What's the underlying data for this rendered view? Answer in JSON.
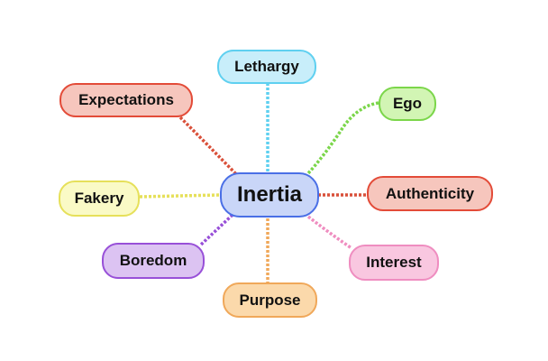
{
  "center": {
    "label": "Inertia",
    "fill": "#c9d6f8",
    "stroke": "#4a6fe6"
  },
  "nodes": [
    {
      "id": "lethargy",
      "label": "Lethargy",
      "fill": "#c8eefa",
      "stroke": "#5fd0f0",
      "link": "#5fd0f0"
    },
    {
      "id": "expectations",
      "label": "Expectations",
      "fill": "#f6c6bd",
      "stroke": "#e34b38",
      "link": "#d9503a"
    },
    {
      "id": "ego",
      "label": "Ego",
      "fill": "#d2f5b4",
      "stroke": "#7bd64a",
      "link": "#7bd64a"
    },
    {
      "id": "fakery",
      "label": "Fakery",
      "fill": "#fafac6",
      "stroke": "#e6e05a",
      "link": "#e6e05a"
    },
    {
      "id": "authenticity",
      "label": "Authenticity",
      "fill": "#f6c6bd",
      "stroke": "#e34b38",
      "link": "#d9503a"
    },
    {
      "id": "boredom",
      "label": "Boredom",
      "fill": "#dcc3f2",
      "stroke": "#9850d8",
      "link": "#9850d8"
    },
    {
      "id": "interest",
      "label": "Interest",
      "fill": "#f9c7e0",
      "stroke": "#ef8dc0",
      "link": "#ef8dc0"
    },
    {
      "id": "purpose",
      "label": "Purpose",
      "fill": "#fbd9ab",
      "stroke": "#f0a85a",
      "link": "#f0a85a"
    }
  ]
}
